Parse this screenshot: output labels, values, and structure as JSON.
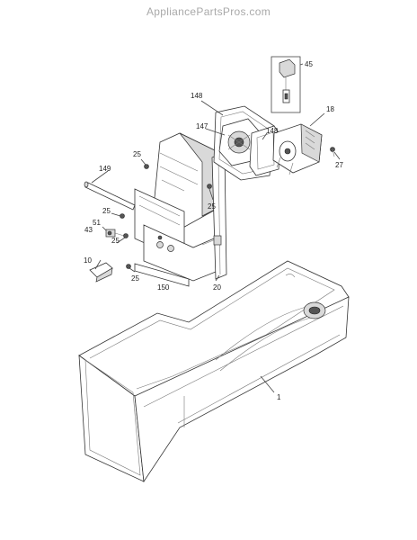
{
  "watermark": "AppliancePartsPros.com",
  "labels": {
    "p1": "1",
    "p10": "10",
    "p18": "18",
    "p20": "20",
    "p25a": "25",
    "p25b": "25",
    "p25c": "25",
    "p25d": "25",
    "p25e": "25",
    "p27": "27",
    "p43": "43",
    "p45": "45",
    "p51": "51",
    "p147": "147",
    "p148a": "148",
    "p148b": "148",
    "p149": "149",
    "p150": "150"
  }
}
